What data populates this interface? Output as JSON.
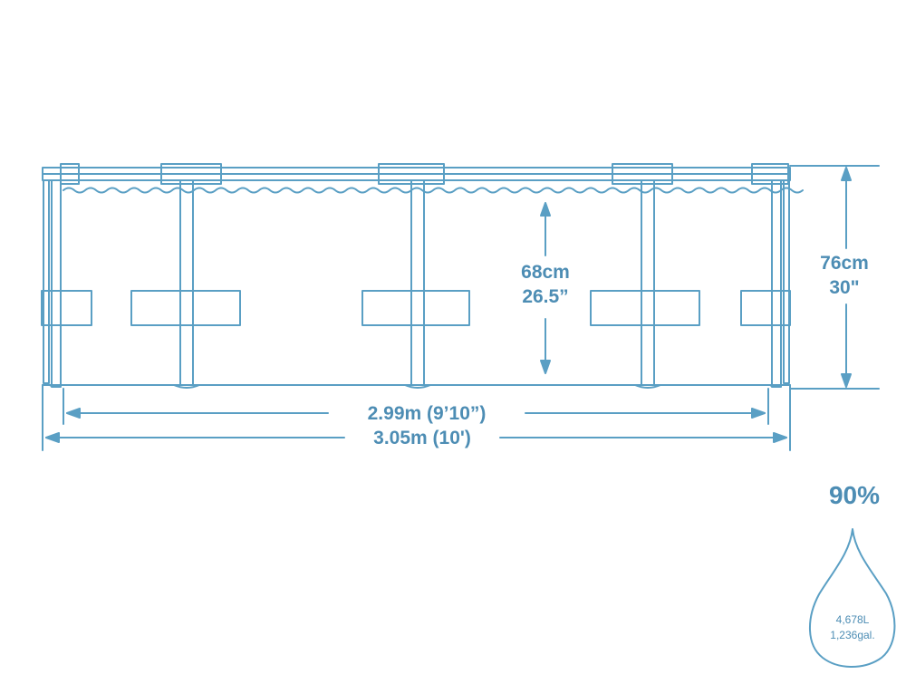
{
  "colors": {
    "line": "#5a9fc4",
    "text": "#4d8db4",
    "background": "#ffffff"
  },
  "labels": {
    "water_depth_cm": "68cm",
    "water_depth_in": "26.5”",
    "wall_height_cm": "76cm",
    "wall_height_in": "30\"",
    "inner_diameter": "2.99m (9’10”)",
    "outer_diameter": "3.05m (10')"
  },
  "capacity": {
    "fill_percent": "90%",
    "liters": "4,678L",
    "gallons": "1,236gal."
  },
  "icons": {
    "droplet": "water-drop-icon"
  }
}
